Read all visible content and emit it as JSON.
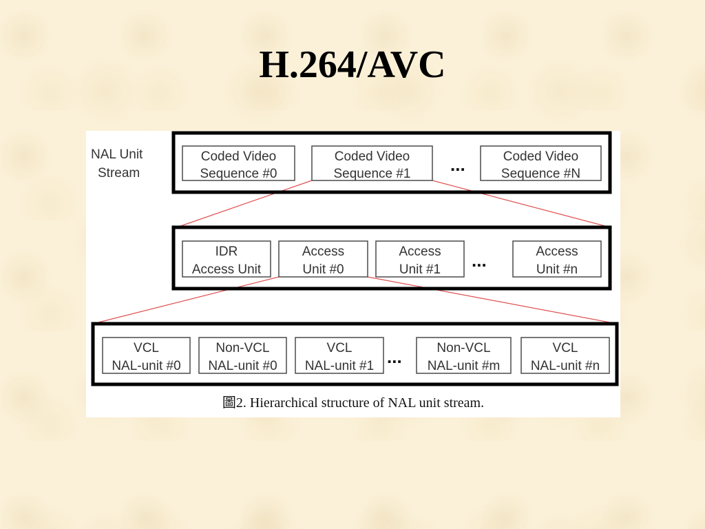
{
  "title": "H.264/AVC",
  "diagram": {
    "stream_label_line1": "NAL Unit",
    "stream_label_line2": "Stream",
    "ellipsis": "...",
    "level1": [
      {
        "line1": "Coded Video",
        "line2": "Sequence #0"
      },
      {
        "line1": "Coded Video",
        "line2": "Sequence #1"
      },
      {
        "line1": "Coded Video",
        "line2": "Sequence #N"
      }
    ],
    "level2": [
      {
        "line1": "IDR",
        "line2": "Access Unit"
      },
      {
        "line1": "Access",
        "line2": "Unit #0"
      },
      {
        "line1": "Access",
        "line2": "Unit #1"
      },
      {
        "line1": "Access",
        "line2": "Unit #n"
      }
    ],
    "level3": [
      {
        "line1": "VCL",
        "line2": "NAL-unit #0"
      },
      {
        "line1": "Non-VCL",
        "line2": "NAL-unit #0"
      },
      {
        "line1": "VCL",
        "line2": "NAL-unit #1"
      },
      {
        "line1": "Non-VCL",
        "line2": "NAL-unit #m"
      },
      {
        "line1": "VCL",
        "line2": "NAL-unit #n"
      }
    ],
    "caption": "圖2. Hierarchical structure of NAL unit stream.",
    "connector_color": "#e05050"
  }
}
